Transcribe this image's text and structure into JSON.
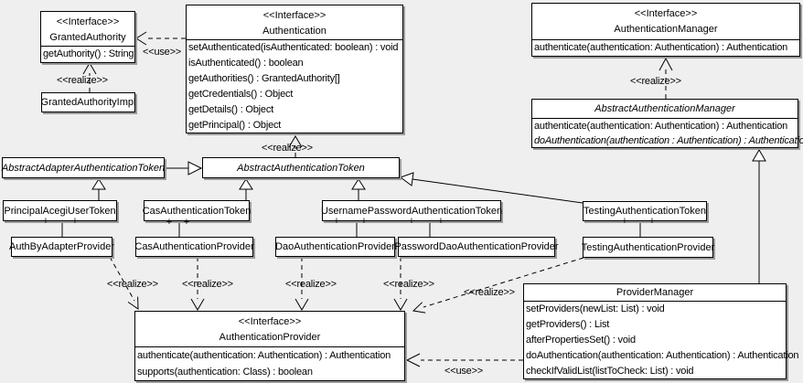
{
  "diagram": {
    "kind": "uml-class-diagram",
    "colors": {
      "background": "#efefef",
      "box_fill": "#ffffff",
      "line": "#000000",
      "shadow": "#9a9a9a"
    },
    "labels": {
      "use": "<<use>>",
      "realize": "<<realize>>",
      "plus": "+"
    },
    "classes": {
      "granted_authority": {
        "stereotype": "<<Interface>>",
        "name": "GrantedAuthority",
        "methods": [
          "getAuthority() : String"
        ]
      },
      "granted_authority_impl": {
        "name": "GrantedAuthorityImpl"
      },
      "authentication": {
        "stereotype": "<<Interface>>",
        "name": "Authentication",
        "methods": [
          "setAuthenticated(isAuthenticated: boolean) : void",
          "isAuthenticated() : boolean",
          "getAuthorities() : GrantedAuthority[]",
          "getCredentials() : Object",
          "getDetails() : Object",
          "getPrincipal() : Object"
        ]
      },
      "authentication_manager": {
        "stereotype": "<<Interface>>",
        "name": "AuthenticationManager",
        "methods": [
          "authenticate(authentication: Authentication) : Authentication"
        ]
      },
      "abstract_authentication_manager": {
        "name": "AbstractAuthenticationManager",
        "methods": [
          "authenticate(authentication: Authentication) : Authentication",
          "doAuthentication(authentication : Authentication) : Authentication"
        ]
      },
      "abstract_adapter_authentication_token": {
        "name": "AbstractAdapterAuthenticationToken"
      },
      "abstract_authentication_token": {
        "name": "AbstractAuthenticationToken"
      },
      "principal_acegi_user_token": {
        "name": "PrincipalAcegiUserToken"
      },
      "cas_authentication_token": {
        "name": "CasAuthenticationToken"
      },
      "username_password_authentication_token": {
        "name": "UsernamePasswordAuthenticationToken"
      },
      "testing_authentication_token": {
        "name": "TestingAuthenticationToken"
      },
      "auth_by_adapter_provider": {
        "name": "AuthByAdapterProvider"
      },
      "cas_authentication_provider": {
        "name": "CasAuthenticationProvider"
      },
      "dao_authentication_provider": {
        "name": "DaoAuthenticationProvider"
      },
      "password_dao_authentication_provider": {
        "name": "PasswordDaoAuthenticationProvider"
      },
      "testing_authentication_provider": {
        "name": "TestingAuthenticationProvider"
      },
      "authentication_provider": {
        "stereotype": "<<Interface>>",
        "name": "AuthenticationProvider",
        "methods": [
          "authenticate(authentication: Authentication) : Authentication",
          "supports(authentication: Class) : boolean"
        ]
      },
      "provider_manager": {
        "name": "ProviderManager",
        "methods": [
          "setProviders(newList: List) : void",
          "getProviders() : List",
          "afterPropertiesSet() : void",
          "doAuthentication(authentication: Authentication) : Authentication",
          "checkIfValidList(listToCheck: List) : void"
        ]
      }
    }
  }
}
